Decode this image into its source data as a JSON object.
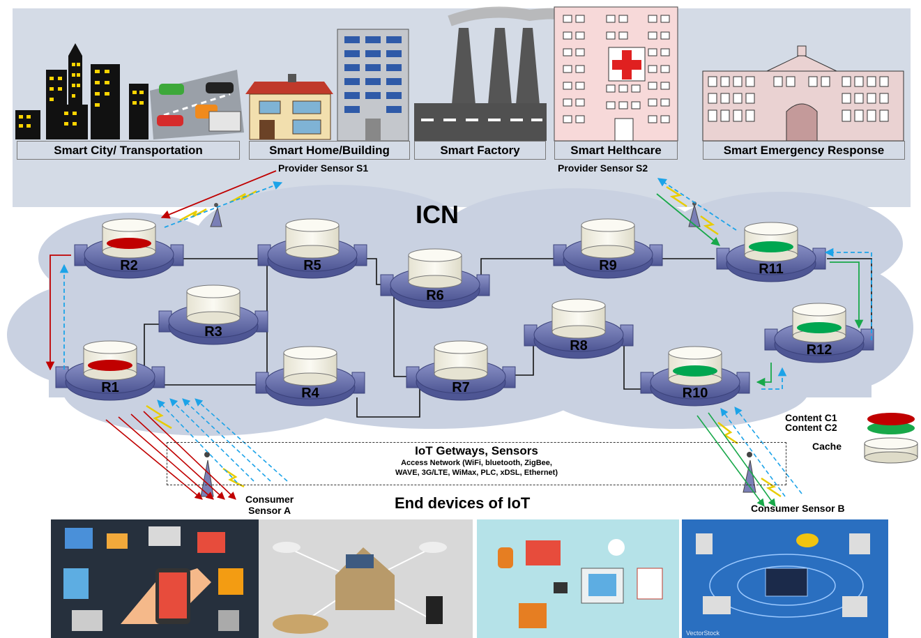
{
  "icn_label": "ICN",
  "domains": [
    {
      "label": "Smart City/ Transportation",
      "color": "#7ed957"
    },
    {
      "label": "Smart Home/Building",
      "color": "#c9b3d9"
    },
    {
      "label": "Smart Factory",
      "color": "#8fa8c8"
    },
    {
      "label": "Smart Helthcare",
      "color": "#f5b183"
    },
    {
      "label": "Smart Emergency Response",
      "color": "#a6a6a6"
    }
  ],
  "provider_s1": "Provider Sensor S1",
  "provider_s2": "Provider Sensor S2",
  "routers": [
    "R1",
    "R2",
    "R3",
    "R4",
    "R5",
    "R6",
    "R7",
    "R8",
    "R9",
    "R10",
    "R11",
    "R12"
  ],
  "router_cache": {
    "R1": "C1",
    "R2": "C1",
    "R10": "C2",
    "R11": "C2",
    "R12": "C2"
  },
  "legend": {
    "content_c1": "Content C1",
    "content_c2": "Content C2",
    "cache": "Cache",
    "c1_color": "#c00000",
    "c2_color": "#00a650"
  },
  "gateway": {
    "title": "IoT Getways, Sensors",
    "line1": "Access Network (WiFi, bluetooth, ZigBee,",
    "line2": "WAVE, 3G/LTE, WiMax, PLC, xDSL, Ethernet)"
  },
  "consumer_a": "Consumer\nSensor A",
  "consumer_b": "Consumer Sensor B",
  "end_devices": "End devices of IoT",
  "watermark": "VectorStock"
}
